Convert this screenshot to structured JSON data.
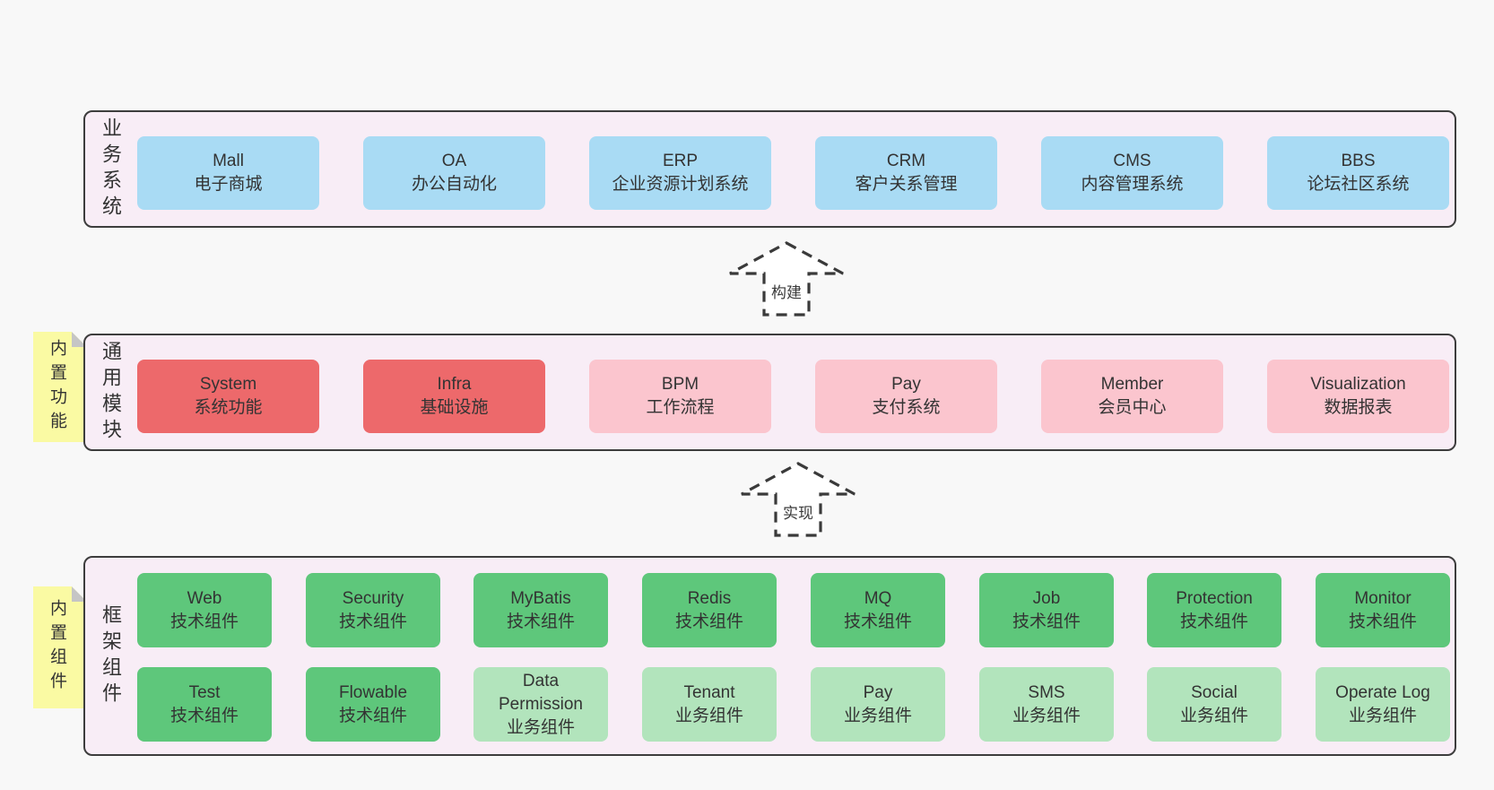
{
  "colors": {
    "page_background": "#f8f8f8",
    "panel_background": "#f8edf6",
    "panel_border": "#3d3d3d",
    "blue_box": "#a9dbf4",
    "red_box": "#ed696b",
    "pink_box": "#fbc5ce",
    "green_box": "#5ec77b",
    "light_green_box": "#b2e4bc",
    "sticky_tab": "#fafaa3",
    "tab_fold": "#c5c5c5",
    "text": "#333333"
  },
  "arrows": [
    {
      "label": "构建"
    },
    {
      "label": "实现"
    }
  ],
  "layers": [
    {
      "label": "业务系统",
      "rows": [
        [
          {
            "title": "Mall",
            "subtitle": "电子商城",
            "color": "blue"
          },
          {
            "title": "OA",
            "subtitle": "办公自动化",
            "color": "blue"
          },
          {
            "title": "ERP",
            "subtitle": "企业资源计划系统",
            "color": "blue"
          },
          {
            "title": "CRM",
            "subtitle": "客户关系管理",
            "color": "blue"
          },
          {
            "title": "CMS",
            "subtitle": "内容管理系统",
            "color": "blue"
          },
          {
            "title": "BBS",
            "subtitle": "论坛社区系统",
            "color": "blue"
          }
        ]
      ]
    },
    {
      "label": "通用模块",
      "tab": "内置功能",
      "rows": [
        [
          {
            "title": "System",
            "subtitle": "系统功能",
            "color": "red"
          },
          {
            "title": "Infra",
            "subtitle": "基础设施",
            "color": "red"
          },
          {
            "title": "BPM",
            "subtitle": "工作流程",
            "color": "pink"
          },
          {
            "title": "Pay",
            "subtitle": "支付系统",
            "color": "pink"
          },
          {
            "title": "Member",
            "subtitle": "会员中心",
            "color": "pink"
          },
          {
            "title": "Visualization",
            "subtitle": "数据报表",
            "color": "pink"
          }
        ]
      ]
    },
    {
      "label": "框架组件",
      "tab": "内置组件",
      "rows": [
        [
          {
            "title": "Web",
            "subtitle": "技术组件",
            "color": "green"
          },
          {
            "title": "Security",
            "subtitle": "技术组件",
            "color": "green"
          },
          {
            "title": "MyBatis",
            "subtitle": "技术组件",
            "color": "green"
          },
          {
            "title": "Redis",
            "subtitle": "技术组件",
            "color": "green"
          },
          {
            "title": "MQ",
            "subtitle": "技术组件",
            "color": "green"
          },
          {
            "title": "Job",
            "subtitle": "技术组件",
            "color": "green"
          },
          {
            "title": "Protection",
            "subtitle": "技术组件",
            "color": "green"
          },
          {
            "title": "Monitor",
            "subtitle": "技术组件",
            "color": "green"
          }
        ],
        [
          {
            "title": "Test",
            "subtitle": "技术组件",
            "color": "green"
          },
          {
            "title": "Flowable",
            "subtitle": "技术组件",
            "color": "green"
          },
          {
            "title": "Data Permission",
            "subtitle": "业务组件",
            "color": "lightgreen"
          },
          {
            "title": "Tenant",
            "subtitle": "业务组件",
            "color": "lightgreen"
          },
          {
            "title": "Pay",
            "subtitle": "业务组件",
            "color": "lightgreen"
          },
          {
            "title": "SMS",
            "subtitle": "业务组件",
            "color": "lightgreen"
          },
          {
            "title": "Social",
            "subtitle": "业务组件",
            "color": "lightgreen"
          },
          {
            "title": "Operate Log",
            "subtitle": "业务组件",
            "color": "lightgreen"
          }
        ]
      ]
    }
  ]
}
